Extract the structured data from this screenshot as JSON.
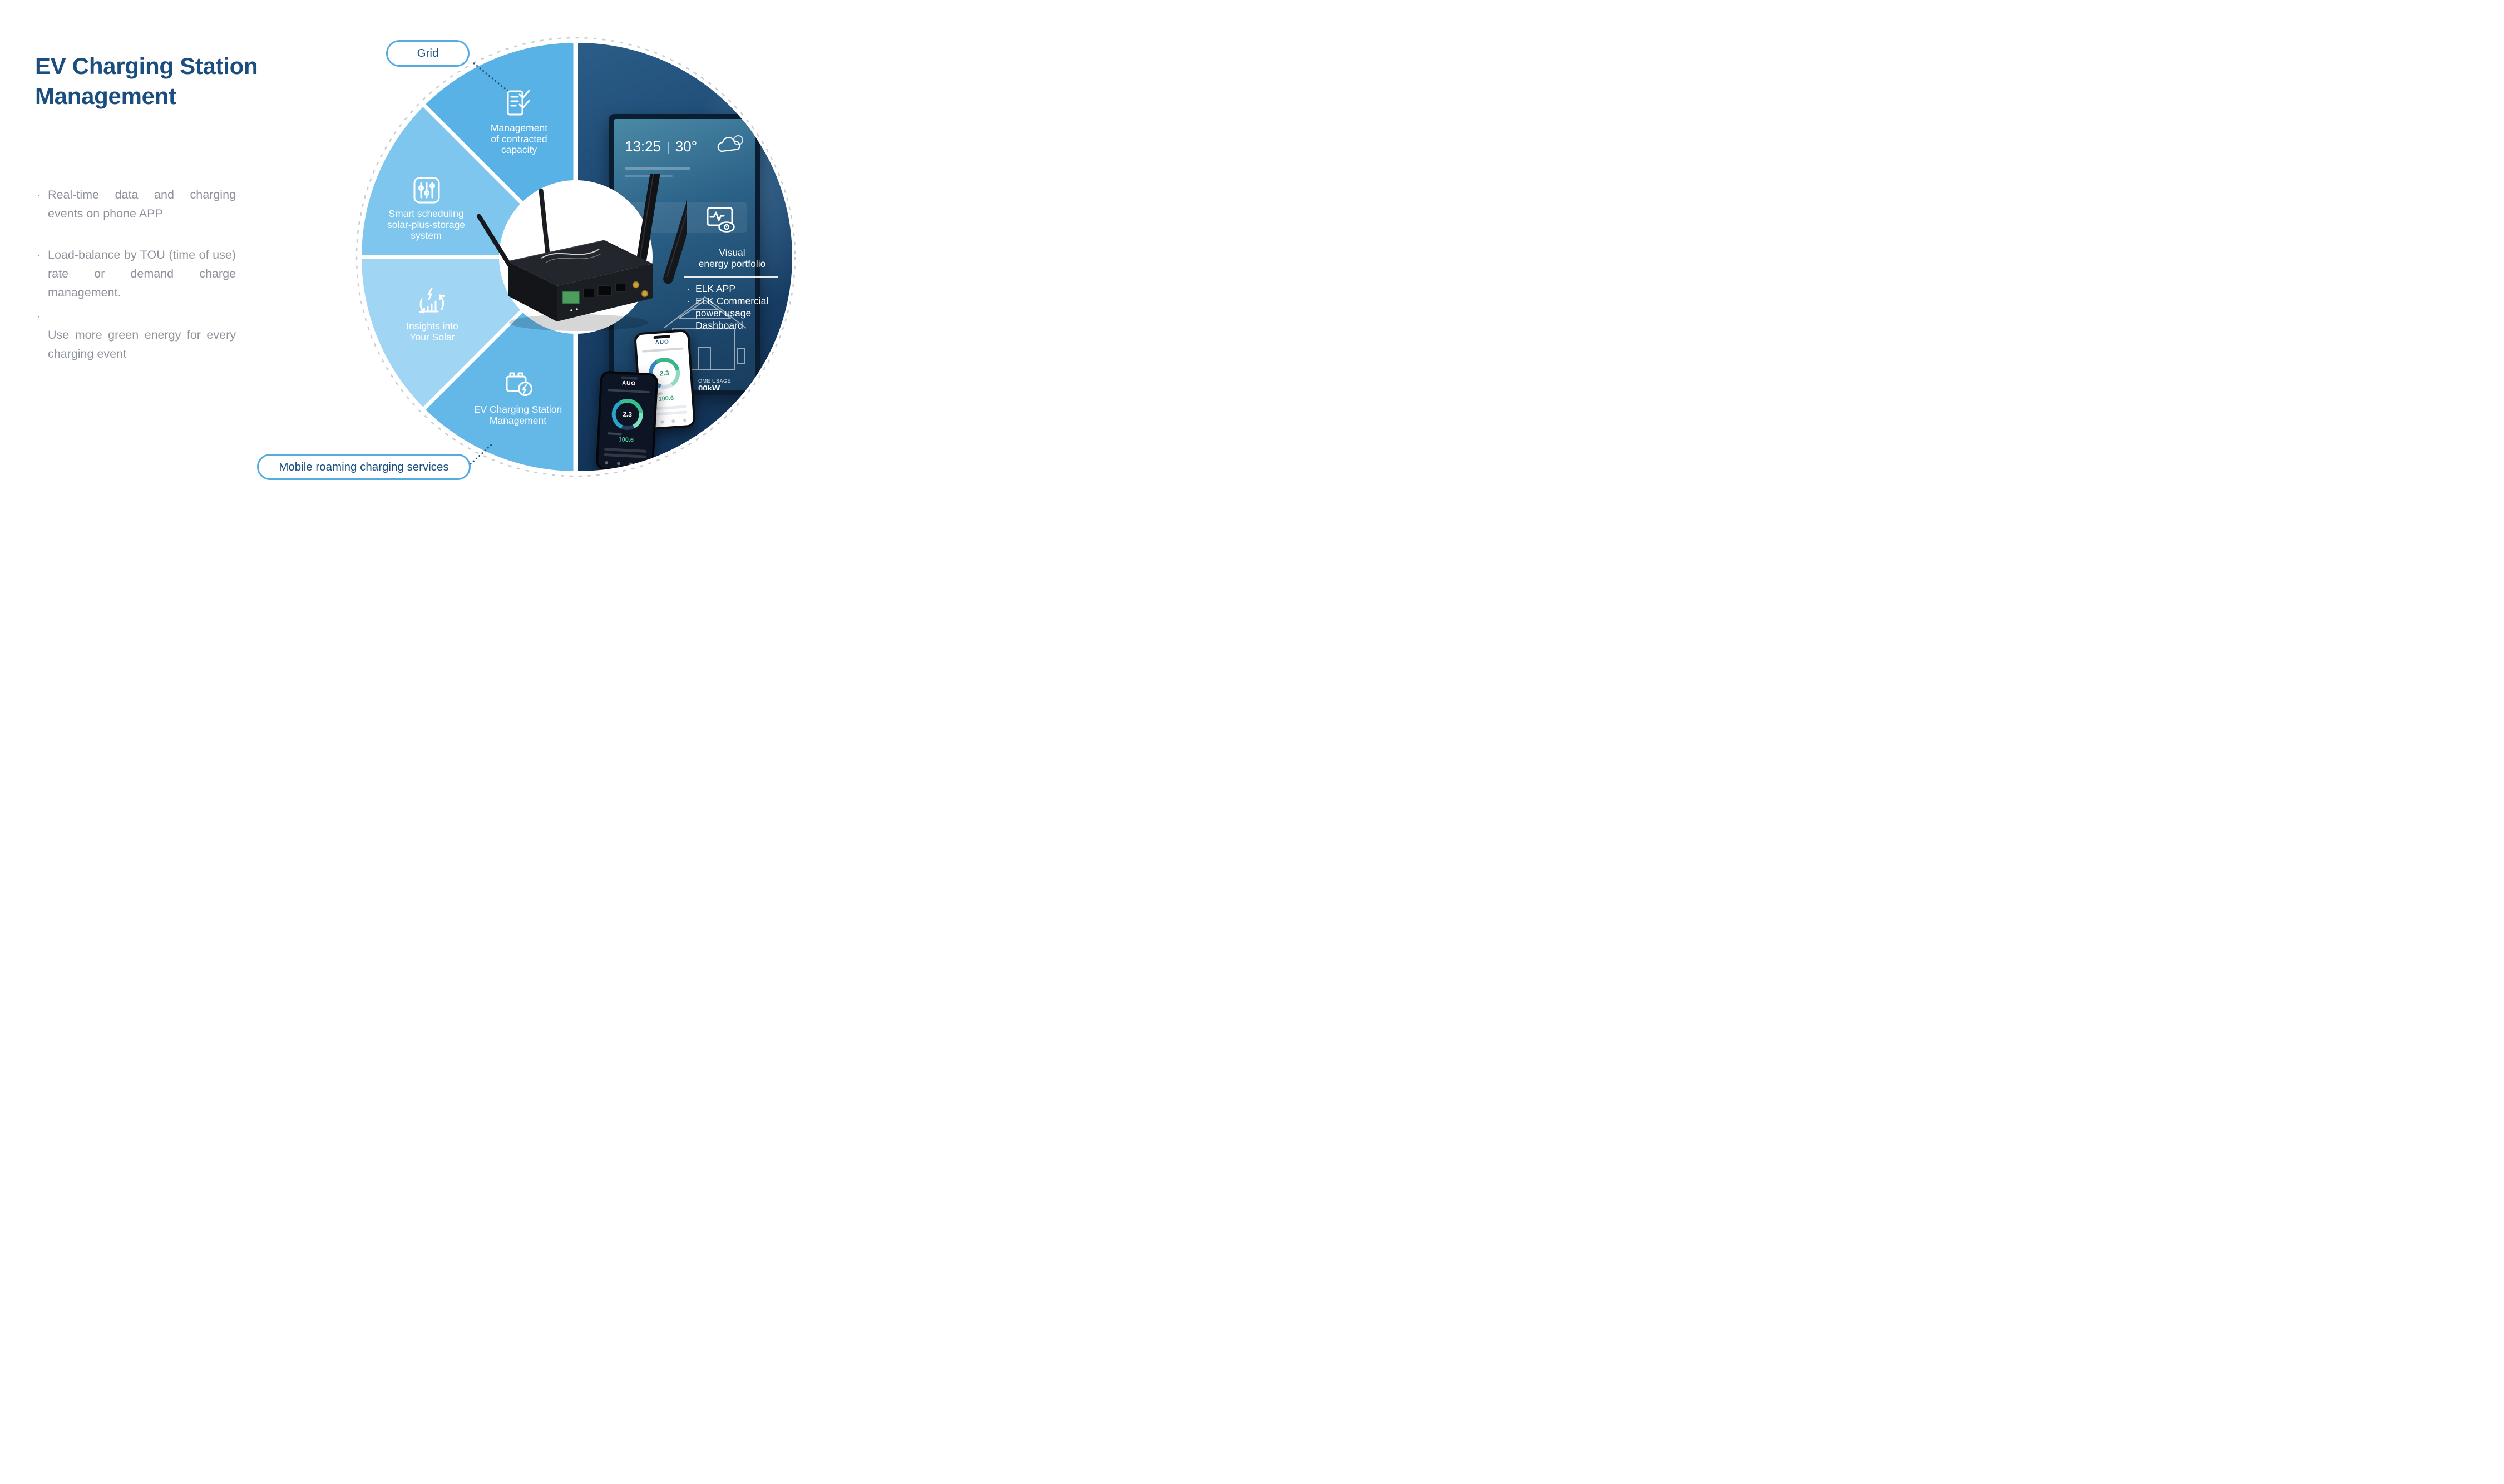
{
  "colors": {
    "navy_text": "#1a4e7f",
    "gray_text": "#8f949c",
    "pill_border": "#55abdf",
    "segment_1": "#59b2e5",
    "segment_2": "#7ec6ee",
    "segment_3": "#a0d5f3",
    "segment_4": "#63b8e8",
    "right_half_navy": "#123a63",
    "dashed_ring": "#c8cdd4"
  },
  "header": {
    "title_lines": [
      "EV Charging Station",
      "Management"
    ]
  },
  "bullets": {
    "items": [
      {
        "marker": "·",
        "text": "Real-time data and charging events on phone APP"
      },
      {
        "marker": "·",
        "text": "Load-balance by TOU (time of use) rate or demand charge management."
      },
      {
        "marker": "·",
        "text": ""
      },
      {
        "marker": "",
        "text": "Use more green energy for every charging event"
      }
    ]
  },
  "callouts": {
    "grid": {
      "label": "Grid"
    },
    "mobile": {
      "label": "Mobile roaming charging services"
    }
  },
  "wheel": {
    "segments": [
      {
        "id": "contracted-capacity",
        "icon": "document-checklist-icon",
        "lines": [
          "Management",
          "of contracted",
          "capacity"
        ]
      },
      {
        "id": "smart-scheduling",
        "icon": "sliders-icon",
        "lines": [
          "Smart scheduling",
          "solar-plus-storage",
          "system"
        ]
      },
      {
        "id": "solar-insights",
        "icon": "solar-cycle-chart-icon",
        "lines": [
          "Insights into",
          "Your Solar"
        ]
      },
      {
        "id": "ev-charging",
        "icon": "ev-charger-battery-icon",
        "lines": [
          "EV Charging Station",
          "Management"
        ]
      }
    ],
    "right_panel": {
      "icon": "visual-energy-monitor-icon",
      "lines": [
        "Visual",
        "energy portfolio"
      ],
      "items": [
        {
          "marker": "·",
          "lines": [
            "ELK APP"
          ]
        },
        {
          "marker": "·",
          "lines": [
            "ELK Commercial",
            "power usage",
            "Dashboard"
          ]
        }
      ]
    },
    "photo": {
      "display_time": "13:25",
      "display_divider": "|",
      "display_temp": "30°",
      "usage_label": "OME USAGE",
      "usage_value": "00kW",
      "phone_brand": "AUO",
      "gauge_value": "2.3",
      "reading_value": "100.6"
    }
  }
}
